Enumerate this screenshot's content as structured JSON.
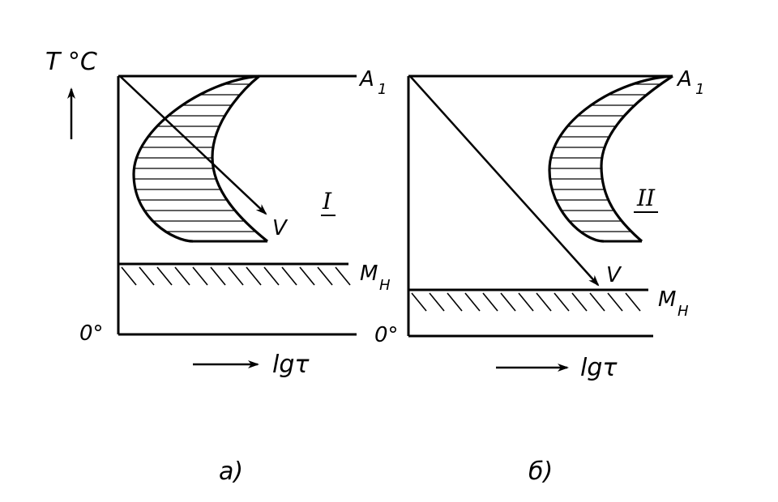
{
  "axis": {
    "temperature_label": "T °C",
    "time_label": "lgτ"
  },
  "panels": [
    {
      "id": "a",
      "caption": "a)",
      "region_label": "I",
      "top_line_label": "A",
      "top_line_sub": "1",
      "ms_label": "M",
      "ms_sub": "H",
      "zero_label": "0°",
      "rate_label": "V"
    },
    {
      "id": "b",
      "caption": "б)",
      "region_label": "II",
      "top_line_label": "A",
      "top_line_sub": "1",
      "ms_label": "M",
      "ms_sub": "H",
      "zero_label": "0°",
      "rate_label": "V"
    }
  ]
}
